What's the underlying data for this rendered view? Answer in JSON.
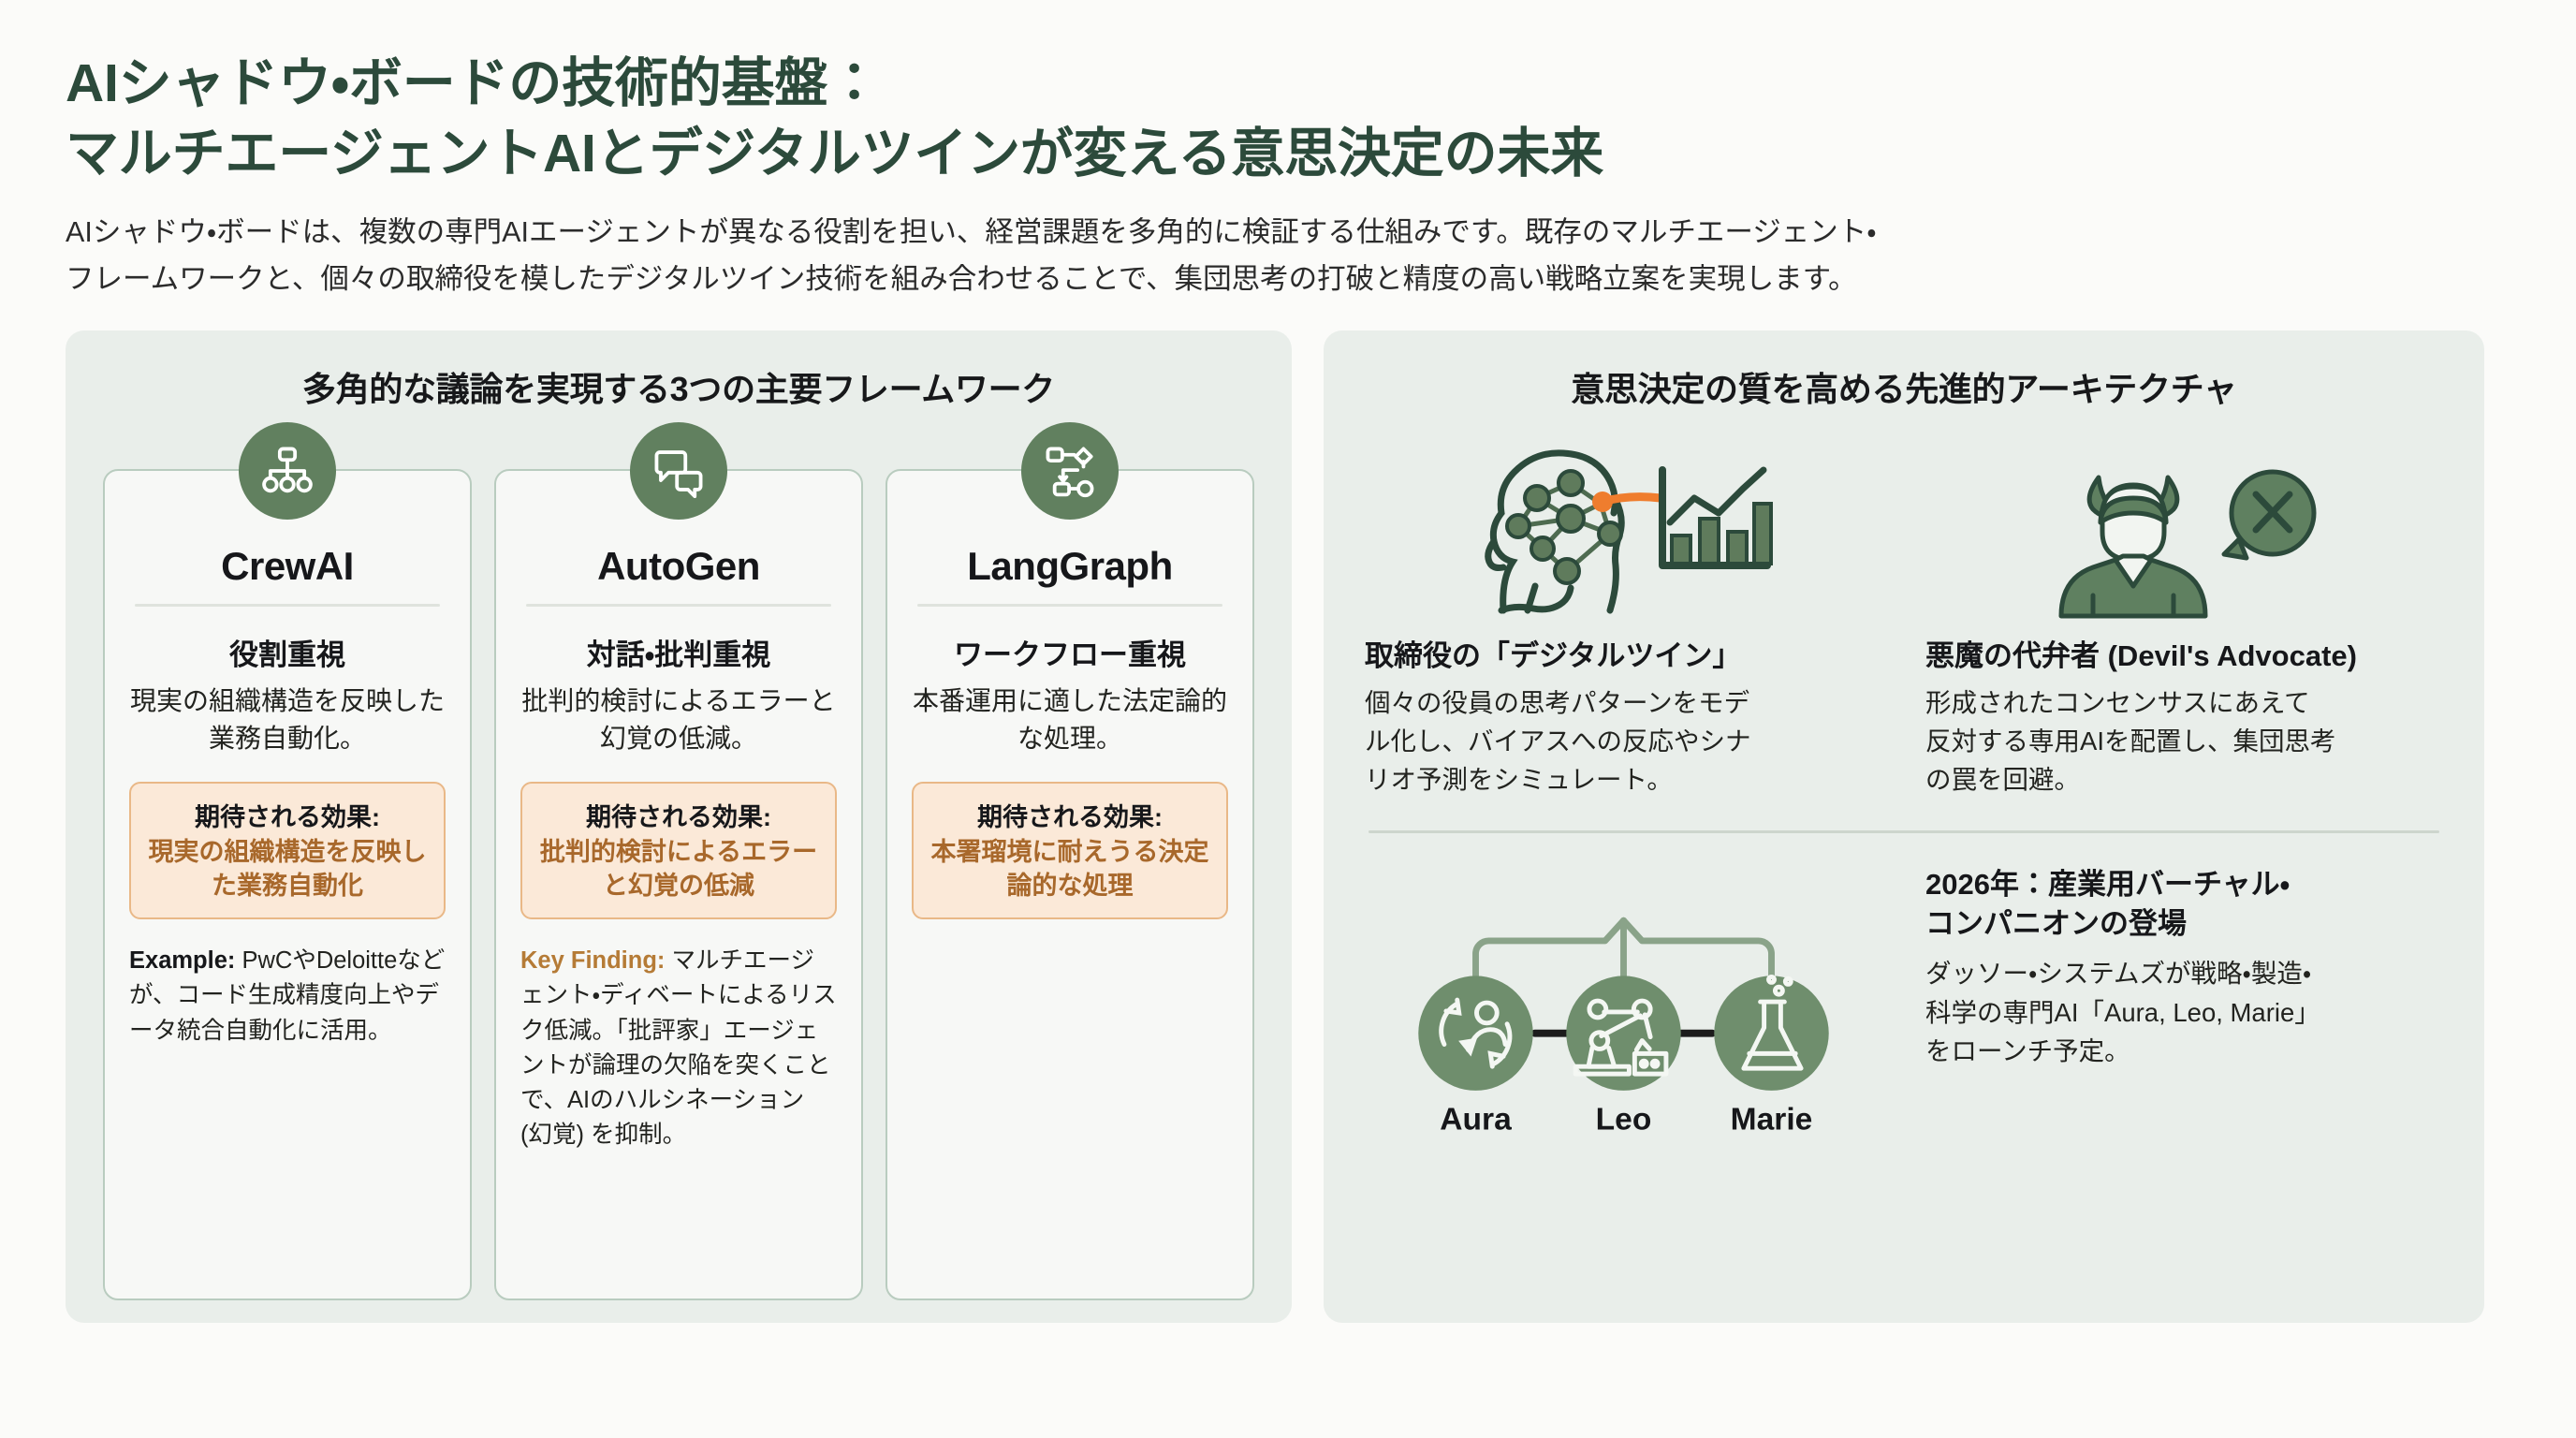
{
  "header": {
    "title_line1": "AIシャドウ・ボードの技術的基盤：",
    "title_line2": "マルチエージェントAIとデジタルツインが変える意思決定の未来",
    "intro_line1": "AIシャドウ・ボードは、複数の専門AIエージェントが異なる役割を担い、経営課題を多角的に検証する仕組みです。既存のマルチエージェント・",
    "intro_line2": "フレームワークと、個々の取締役を模したデジタルツイン技術を組み合わせることで、集団思考の打破と精度の高い戦略立案を実現します。"
  },
  "left_panel": {
    "title": "多角的な議論を実現する3つの主要フレームワーク",
    "cards": [
      {
        "icon": "hierarchy-icon",
        "name": "CrewAI",
        "focus": "役割重視",
        "desc": "現実の組織構造を反映した業務自動化。",
        "effect_label": "期待される効果:",
        "effect_value": "現実の組織構造を反映した業務自動化",
        "note_key": "Example:",
        "note_key_color": "dark",
        "note_text": " PwCやDeloitteなどが、コード生成精度向上やデータ統合自動化に活用。"
      },
      {
        "icon": "chat-bubbles-icon",
        "name": "AutoGen",
        "focus": "対話・批判重視",
        "desc": "批判的検討によるエラーと幻覚の低減。",
        "effect_label": "期待される効果:",
        "effect_value": "批判的検討によるエラーと幻覚の低減",
        "note_key": "Key Finding:",
        "note_key_color": "orange",
        "note_text": " マルチエージェント・ディベートによるリスク低減。「批評家」エージェントが論理の欠陥を突くことで、AIのハルシネーション (幻覚) を抑制。"
      },
      {
        "icon": "flowchart-icon",
        "name": "LangGraph",
        "focus": "ワークフロー重視",
        "desc": "本番運用に適した法定論的な処理。",
        "effect_label": "期待される効果:",
        "effect_value": "本署瑠境に耐えうる決定論的な処理",
        "note_key": "",
        "note_key_color": "dark",
        "note_text": ""
      }
    ]
  },
  "right_panel": {
    "title": "意思決定の質を高める先進的アーキテクチャ",
    "blocks": [
      {
        "icon": "brain-chart-icon",
        "heading": "取締役の「デジタルツイン」",
        "body_line1": "個々の役員の思考パターンをモデ",
        "body_line2": "ル化し、バイアスへの反応やシナ",
        "body_line3": "リオ予測をシミュレート。"
      },
      {
        "icon": "devil-advocate-icon",
        "heading": "悪魔の代弁者 (Devil's Advocate)",
        "body_line1": "形成されたコンセンサスにあえて",
        "body_line2": "反対する専用AIを配置し、集団思考",
        "body_line3": "の罠を回避。"
      }
    ],
    "agents": {
      "nodes": [
        {
          "label": "Aura",
          "icon": "strategy-cycle-icon"
        },
        {
          "label": "Leo",
          "icon": "robot-arm-icon"
        },
        {
          "label": "Marie",
          "icon": "flask-icon"
        }
      ]
    },
    "bottom": {
      "heading_line1": "2026年：産業用バーチャル・",
      "heading_line2": "コンパニオンの登場",
      "body_line1": "ダッソー・システムズが戦略・製造・",
      "body_line2": "科学の専門AI「Aura, Leo, Marie」",
      "body_line3": "をローンチ予定。"
    }
  },
  "colors": {
    "brand_green": "#2c4a3b",
    "icon_green": "#61805f",
    "panel_bg": "#e9eeea",
    "accent_orange": "#a8682b",
    "effect_bg": "#fbe9d8",
    "page_bg": "#fbfbf9"
  }
}
